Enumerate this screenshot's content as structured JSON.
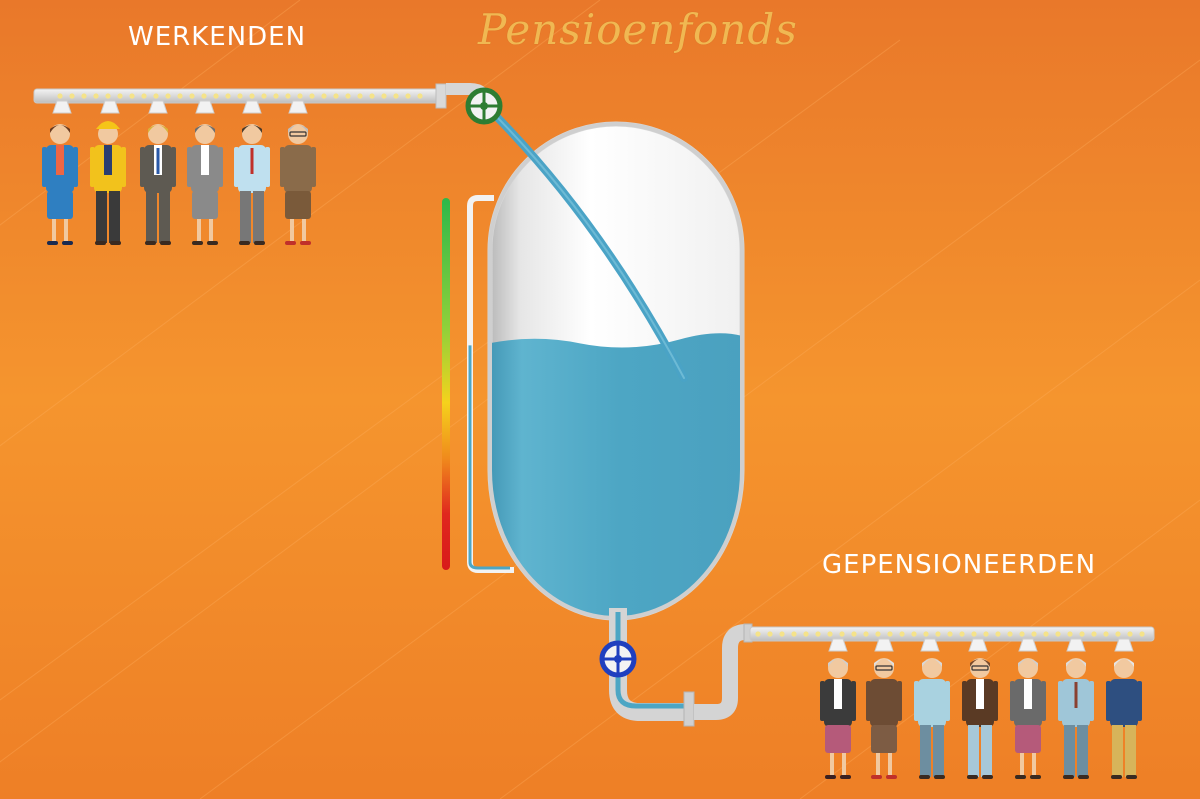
{
  "title": "Pensioenfonds",
  "workers_label": "WERKENDEN",
  "retirees_label": "GEPENSIONEERDEN",
  "tank": {
    "fill_level": 0.55
  },
  "gauge": {
    "level": 0.5
  },
  "icons": {
    "inflow_valve": "valve-wheel-icon",
    "outflow_valve": "valve-wheel-icon"
  },
  "colors": {
    "background": "#f08a2a",
    "water": "#4da6c4",
    "inflow_valve": "#2e7d32",
    "outflow_valve": "#1f3fbf",
    "title": "#f2c35a"
  }
}
